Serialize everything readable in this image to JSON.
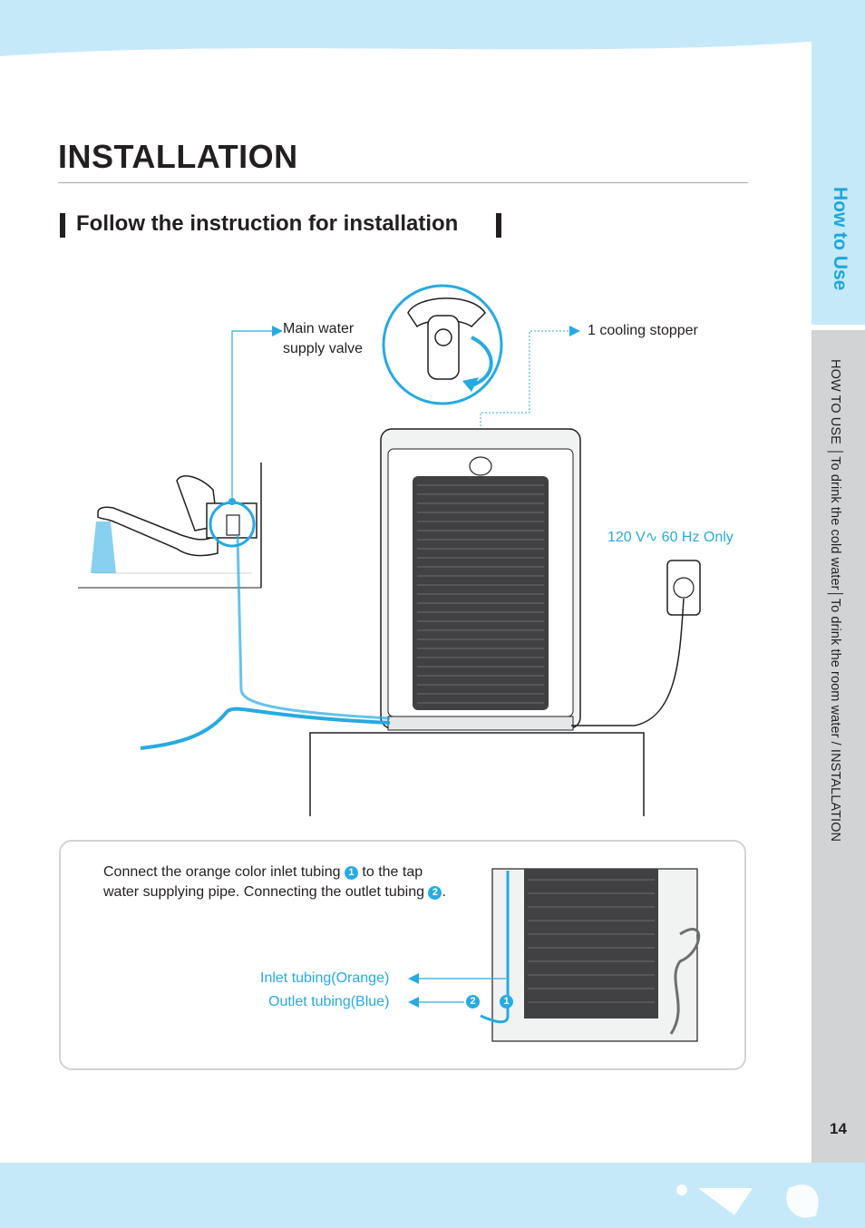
{
  "sidebar": {
    "section_label": "How to Use",
    "breadcrumb": "HOW TO USE │To drink the cold water│To drink the room water / INSTALLATION",
    "page_number": "14"
  },
  "page": {
    "title": "INSTALLATION",
    "section_title": "Follow the instruction for installation"
  },
  "diagram": {
    "valve_label_line1": "Main water",
    "valve_label_line2": "supply valve",
    "stopper_label": "1 cooling stopper",
    "power_label": "120 V∿  60 Hz Only"
  },
  "note": {
    "text_before_1": "Connect the orange color inlet tubing ",
    "marker_1": "1",
    "text_between": " to the tap water supplying pipe. Connecting the outlet tubing ",
    "marker_2": "2",
    "text_after": ".",
    "inlet_label": "Inlet tubing(Orange)",
    "outlet_label": "Outlet tubing(Blue)"
  },
  "colors": {
    "accent_blue": "#27aae1",
    "band_blue": "#c5e9f9",
    "side_grey": "#d1d3d4"
  }
}
